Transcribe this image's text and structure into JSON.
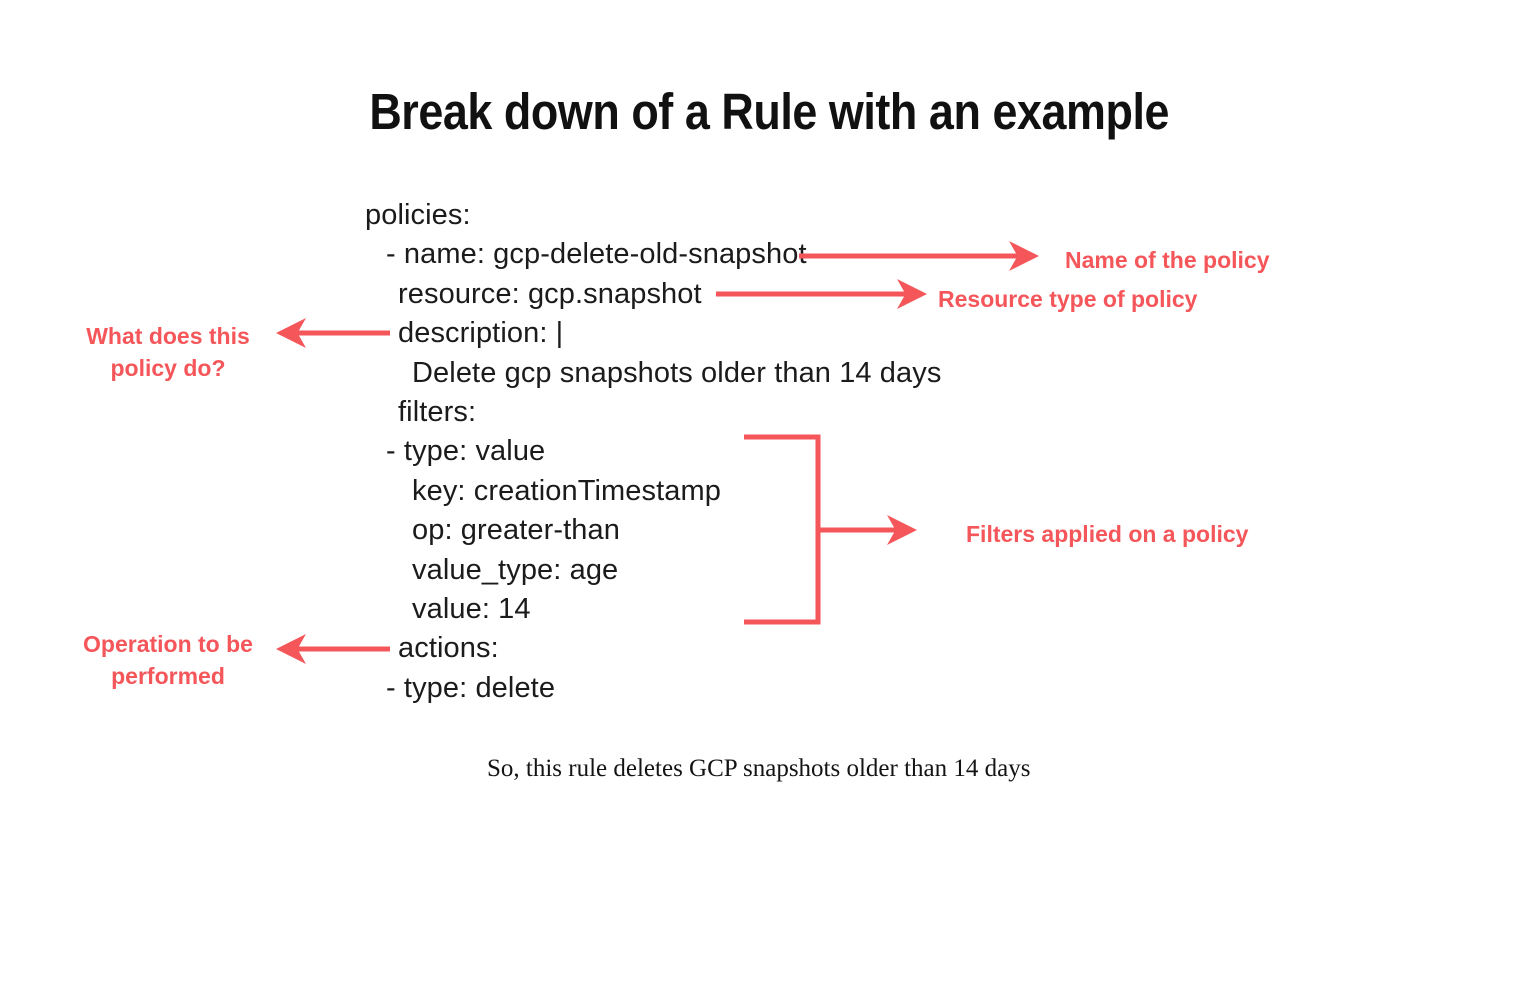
{
  "page": {
    "title": "Break down of a Rule with an example",
    "background_color": "#ffffff",
    "accent_color": "#F4565A",
    "text_color": "#1b1b1b"
  },
  "yaml": {
    "lines": [
      {
        "indent": 0,
        "text": "policies:"
      },
      {
        "indent": 1,
        "text": "- name: gcp-delete-old-snapshot"
      },
      {
        "indent": 2,
        "text": "resource: gcp.snapshot"
      },
      {
        "indent": 2,
        "text": "description: |"
      },
      {
        "indent": 3,
        "text": "Delete gcp snapshots older than 14 days"
      },
      {
        "indent": 2,
        "text": "filters:"
      },
      {
        "indent": 1,
        "text": "- type: value"
      },
      {
        "indent": 3,
        "text": "key: creationTimestamp"
      },
      {
        "indent": 3,
        "text": "op: greater-than"
      },
      {
        "indent": 3,
        "text": "value_type: age"
      },
      {
        "indent": 3,
        "text": "value: 14"
      },
      {
        "indent": 2,
        "text": "actions:"
      },
      {
        "indent": 1,
        "text": "- type: delete"
      }
    ]
  },
  "annotations": {
    "name_label": "Name of the policy",
    "resource_label": "Resource type of policy",
    "filters_label": "Filters applied on a policy",
    "what_label": "What does this policy do?",
    "operation_label": "Operation to be performed"
  },
  "caption": {
    "text": "So, this rule deletes GCP snapshots older than 14 days"
  }
}
